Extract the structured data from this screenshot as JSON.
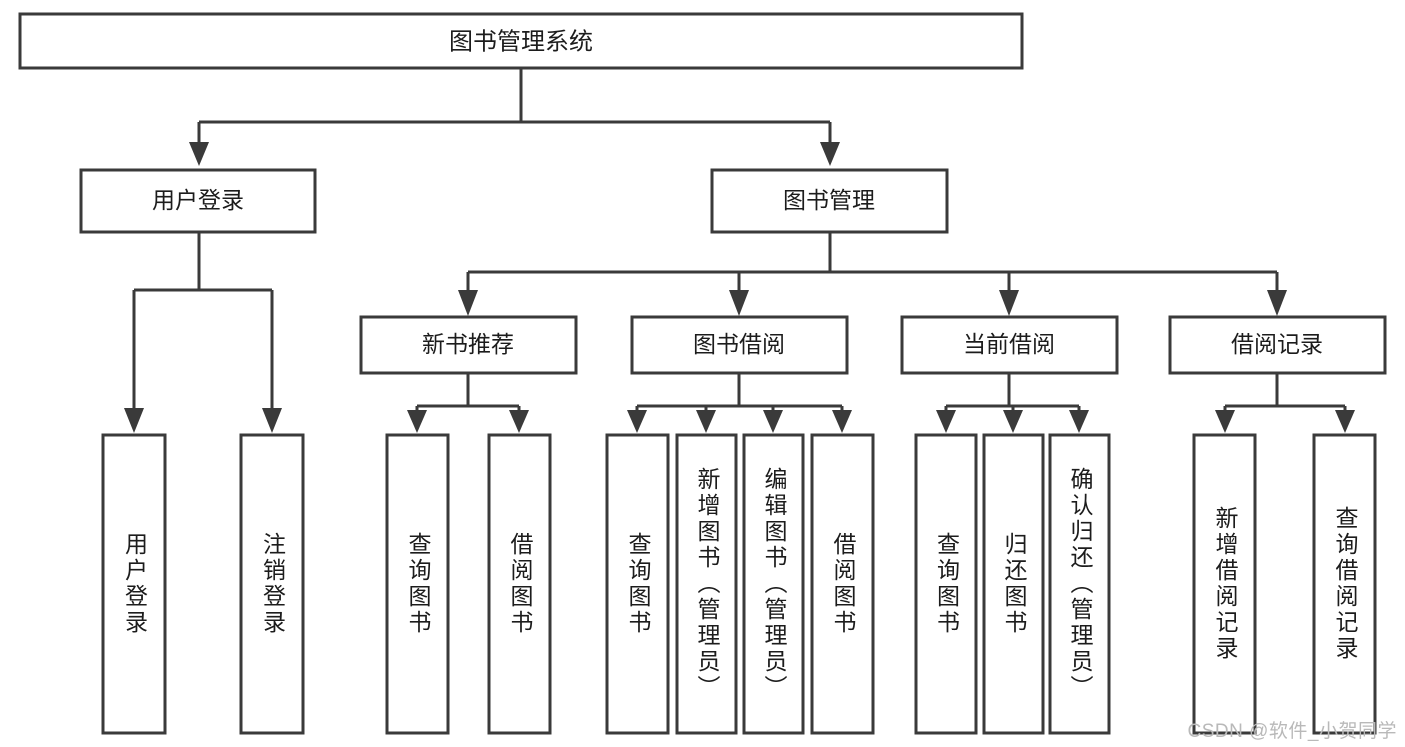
{
  "diagram": {
    "type": "tree-hierarchy-chart",
    "title": "图书管理系统",
    "root": {
      "id": "root",
      "label": "图书管理系统",
      "orientation": "horizontal"
    },
    "level2": [
      {
        "id": "user-login",
        "label": "用户登录",
        "orientation": "horizontal"
      },
      {
        "id": "book-manage",
        "label": "图书管理",
        "orientation": "horizontal"
      }
    ],
    "level3": [
      {
        "id": "new-book-recommend",
        "label": "新书推荐",
        "parent": "book-manage",
        "orientation": "horizontal"
      },
      {
        "id": "book-borrow",
        "label": "图书借阅",
        "parent": "book-manage",
        "orientation": "horizontal"
      },
      {
        "id": "current-borrow",
        "label": "当前借阅",
        "parent": "book-manage",
        "orientation": "horizontal"
      },
      {
        "id": "borrow-record",
        "label": "借阅记录",
        "parent": "book-manage",
        "orientation": "horizontal"
      }
    ],
    "leaves": [
      {
        "id": "leaf-user-login",
        "label": "用户登录",
        "parent": "user-login",
        "orientation": "vertical"
      },
      {
        "id": "leaf-logout-login",
        "label": "注销登录",
        "parent": "user-login",
        "orientation": "vertical"
      },
      {
        "id": "leaf-query-book-1",
        "label": "查询图书",
        "parent": "new-book-recommend",
        "orientation": "vertical"
      },
      {
        "id": "leaf-borrow-book-1",
        "label": "借阅图书",
        "parent": "new-book-recommend",
        "orientation": "vertical"
      },
      {
        "id": "leaf-query-book-2",
        "label": "查询图书",
        "parent": "book-borrow",
        "orientation": "vertical"
      },
      {
        "id": "leaf-add-book",
        "label": "新增图书（管理员）",
        "parent": "book-borrow",
        "orientation": "vertical"
      },
      {
        "id": "leaf-edit-book",
        "label": "编辑图书（管理员）",
        "parent": "book-borrow",
        "orientation": "vertical"
      },
      {
        "id": "leaf-borrow-book-2",
        "label": "借阅图书",
        "parent": "book-borrow",
        "orientation": "vertical"
      },
      {
        "id": "leaf-query-book-3",
        "label": "查询图书",
        "parent": "current-borrow",
        "orientation": "vertical"
      },
      {
        "id": "leaf-return-book",
        "label": "归还图书",
        "parent": "current-borrow",
        "orientation": "vertical"
      },
      {
        "id": "leaf-confirm-return",
        "label": "确认归还（管理员）",
        "parent": "current-borrow",
        "orientation": "vertical"
      },
      {
        "id": "leaf-add-record",
        "label": "新增借阅记录",
        "parent": "borrow-record",
        "orientation": "vertical"
      },
      {
        "id": "leaf-query-record",
        "label": "查询借阅记录",
        "parent": "borrow-record",
        "orientation": "vertical"
      }
    ],
    "colors": {
      "box_stroke": "#3a3a3a",
      "box_fill": "#ffffff",
      "text": "#1c1c1c",
      "connector": "#3a3a3a",
      "background": "#ffffff",
      "watermark": "#b9b9b9"
    }
  },
  "watermark": {
    "text": "CSDN @软件_小贺同学"
  }
}
